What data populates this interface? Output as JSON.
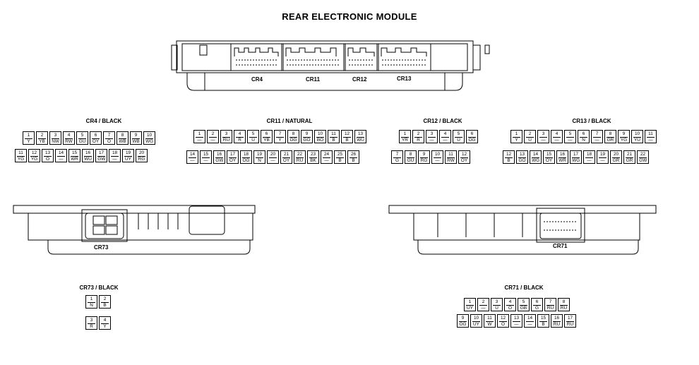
{
  "title": "REAR ELECTRONIC MODULE",
  "top_module": {
    "labels": [
      "CR4",
      "CR11",
      "CR12",
      "CR13"
    ]
  },
  "bottom_left_module": {
    "label": "CR73"
  },
  "bottom_right_module": {
    "label": "CR71"
  },
  "connectors": {
    "cr4": {
      "header": "CR4 / BLACK",
      "rows": [
        [
          {
            "n": "1",
            "c": "Y"
          },
          {
            "n": "2",
            "c": "YB"
          },
          {
            "n": "3",
            "c": "NW"
          },
          {
            "n": "4",
            "c": "RW"
          },
          {
            "n": "5",
            "c": "GU"
          },
          {
            "n": "6",
            "c": "OY"
          },
          {
            "n": "7",
            "c": "O"
          },
          {
            "n": "8",
            "c": "WB"
          },
          {
            "n": "9",
            "c": "WB"
          },
          {
            "n": "10",
            "c": "WG"
          }
        ],
        [
          {
            "n": "11",
            "c": "YG"
          },
          {
            "n": "12",
            "c": "YG"
          },
          {
            "n": "13",
            "c": "O"
          },
          {
            "n": "14",
            "c": "—"
          },
          {
            "n": "15",
            "c": "WR"
          },
          {
            "n": "16",
            "c": "WU"
          },
          {
            "n": "17",
            "c": "GW"
          },
          {
            "n": "18",
            "c": "—"
          },
          {
            "n": "19",
            "c": "UY"
          },
          {
            "n": "20",
            "c": "RG"
          }
        ]
      ]
    },
    "cr11": {
      "header": "CR11 / NATURAL",
      "rows": [
        [
          {
            "n": "1",
            "c": "—"
          },
          {
            "n": "2",
            "c": "—"
          },
          {
            "n": "3",
            "c": "RU"
          },
          {
            "n": "4",
            "c": "R"
          },
          {
            "n": "5",
            "c": "U"
          },
          {
            "n": "6",
            "c": "YB"
          },
          {
            "n": "7",
            "c": "Y"
          },
          {
            "n": "8",
            "c": "OG"
          },
          {
            "n": "9",
            "c": "GO"
          },
          {
            "n": "10",
            "c": "BO"
          },
          {
            "n": "11",
            "c": "B"
          },
          {
            "n": "12",
            "c": "B"
          },
          {
            "n": "13",
            "c": "WU"
          }
        ],
        [
          {
            "n": "14",
            "c": "—"
          },
          {
            "n": "15",
            "c": "—"
          },
          {
            "n": "16",
            "c": "GW"
          },
          {
            "n": "17",
            "c": "OY"
          },
          {
            "n": "18",
            "c": "OG"
          },
          {
            "n": "19",
            "c": "N"
          },
          {
            "n": "20",
            "c": "—"
          },
          {
            "n": "21",
            "c": "OY"
          },
          {
            "n": "22",
            "c": "RU"
          },
          {
            "n": "23",
            "c": "BK"
          },
          {
            "n": "24",
            "c": "—"
          },
          {
            "n": "25",
            "c": "B"
          },
          {
            "n": "26",
            "c": "B"
          }
        ]
      ]
    },
    "cr12": {
      "header": "CR12 / BLACK",
      "rows": [
        [
          {
            "n": "1",
            "c": "YR"
          },
          {
            "n": "2",
            "c": "R"
          },
          {
            "n": "3",
            "c": "—"
          },
          {
            "n": "4",
            "c": "—"
          },
          {
            "n": "5",
            "c": "U"
          },
          {
            "n": "6",
            "c": "OG"
          }
        ],
        [
          {
            "n": "7",
            "c": "G"
          },
          {
            "n": "8",
            "c": "GU"
          },
          {
            "n": "9",
            "c": "RG"
          },
          {
            "n": "10",
            "c": "—"
          },
          {
            "n": "11",
            "c": "RW"
          },
          {
            "n": "12",
            "c": "OY"
          }
        ]
      ]
    },
    "cr13": {
      "header": "CR13 / BLACK",
      "rows": [
        [
          {
            "n": "1",
            "c": "Y"
          },
          {
            "n": "2",
            "c": "U"
          },
          {
            "n": "3",
            "c": "—"
          },
          {
            "n": "4",
            "c": "—"
          },
          {
            "n": "5",
            "c": "—"
          },
          {
            "n": "6",
            "c": "N"
          },
          {
            "n": "7",
            "c": "—"
          },
          {
            "n": "8",
            "c": "GR"
          },
          {
            "n": "9",
            "c": "YG"
          },
          {
            "n": "10",
            "c": "YU"
          },
          {
            "n": "11",
            "c": "—"
          }
        ],
        [
          {
            "n": "12",
            "c": "B"
          },
          {
            "n": "13",
            "c": "GO"
          },
          {
            "n": "14",
            "c": "WG"
          },
          {
            "n": "15",
            "c": "OY"
          },
          {
            "n": "16",
            "c": "WR"
          },
          {
            "n": "17",
            "c": "WG"
          },
          {
            "n": "18",
            "c": "—"
          },
          {
            "n": "19",
            "c": "—"
          },
          {
            "n": "20",
            "c": "GR"
          },
          {
            "n": "21",
            "c": "GR"
          },
          {
            "n": "22",
            "c": "GW"
          }
        ]
      ]
    },
    "cr73": {
      "header": "CR73 / BLACK",
      "rows": [
        [
          {
            "n": "1",
            "c": "N"
          },
          {
            "n": "2",
            "c": "B"
          }
        ],
        [
          {
            "n": "3",
            "c": "R"
          },
          {
            "n": "4",
            "c": "Y"
          }
        ]
      ]
    },
    "cr71": {
      "header": "CR71 / BLACK",
      "rows": [
        [
          {
            "n": "1",
            "c": "UY"
          },
          {
            "n": "2",
            "c": "—"
          },
          {
            "n": "3",
            "c": "U"
          },
          {
            "n": "4",
            "c": "O"
          },
          {
            "n": "5",
            "c": "GB"
          },
          {
            "n": "6",
            "c": "G"
          },
          {
            "n": "7",
            "c": "RU"
          },
          {
            "n": "8",
            "c": "RU"
          }
        ],
        [
          {
            "n": "9",
            "c": "OG"
          },
          {
            "n": "10",
            "c": "UY"
          },
          {
            "n": "11",
            "c": "W"
          },
          {
            "n": "12",
            "c": "O"
          },
          {
            "n": "13",
            "c": "—"
          },
          {
            "n": "14",
            "c": "—"
          },
          {
            "n": "15",
            "c": "B"
          },
          {
            "n": "16",
            "c": "RU"
          },
          {
            "n": "17",
            "c": "RU"
          }
        ]
      ]
    }
  }
}
